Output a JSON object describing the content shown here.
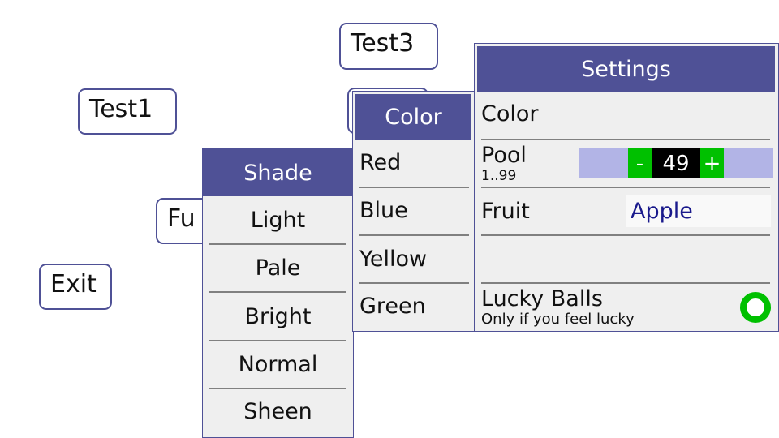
{
  "buttons": {
    "test1": "Test1",
    "test3": "Test3",
    "fu_partial": "Fu",
    "exit": "Exit"
  },
  "shade_menu": {
    "title": "Shade",
    "items": [
      "Light",
      "Pale",
      "Bright",
      "Normal",
      "Sheen"
    ]
  },
  "color_menu": {
    "title": "Color",
    "items": [
      "Red",
      "Blue",
      "Yellow",
      "Green"
    ]
  },
  "settings": {
    "title": "Settings",
    "color_label": "Color",
    "pool": {
      "label": "Pool",
      "range": "1..99",
      "minus": "-",
      "value": "49",
      "plus": "+"
    },
    "fruit": {
      "label": "Fruit",
      "value": "Apple"
    },
    "lucky": {
      "label": "Lucky Balls",
      "hint": "Only if you feel lucky"
    }
  },
  "colors": {
    "header": "#4f5196",
    "panel_bg": "#efefef",
    "stepper_green": "#00c000",
    "pool_bar": "#b2b4e6",
    "fruit_text": "#1a1a8c"
  }
}
